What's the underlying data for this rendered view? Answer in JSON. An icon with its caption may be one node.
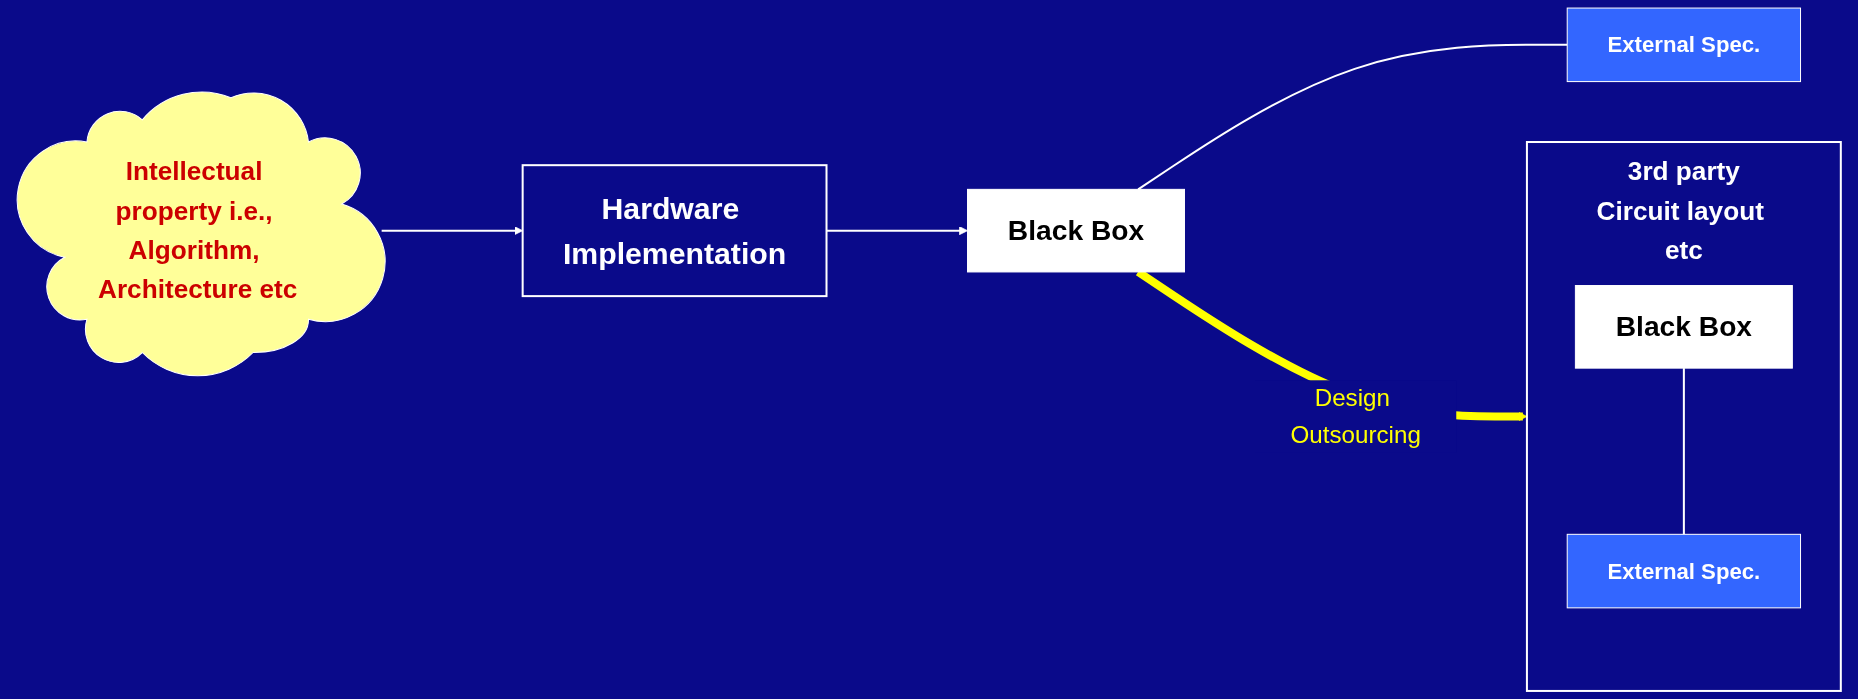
{
  "diagram": {
    "nodes": [
      {
        "text": [
          "Intellectual property i.e., Algorithm, Architecture etc"
        ]
      },
      {
        "text": [
          "Hardware Implementation"
        ]
      },
      {
        "text": [
          "Black Box"
        ]
      },
      {
        "text": [
          "External Spec."
        ]
      },
      {
        "text": [
          "3rd party",
          "Circuit layout etc"
        ]
      },
      {
        "text": [
          "Black Box"
        ],
        "in": 4
      },
      {
        "text": [
          "External Spec."
        ],
        "in": 4
      }
    ],
    "edges": [
      {
        "from": 0,
        "to": 1,
        "arrow": "to"
      },
      {
        "from": 1,
        "to": 2,
        "arrow": "to"
      },
      {
        "from": 2,
        "to": 3,
        "arrow": "none"
      },
      {
        "from": 2,
        "to": 4,
        "arrow": "to",
        "label": "Design Outsourcing",
        "style": "thick",
        "color": "#ffff00"
      },
      {
        "from": 5,
        "to": 6,
        "arrow": "none"
      }
    ]
  }
}
